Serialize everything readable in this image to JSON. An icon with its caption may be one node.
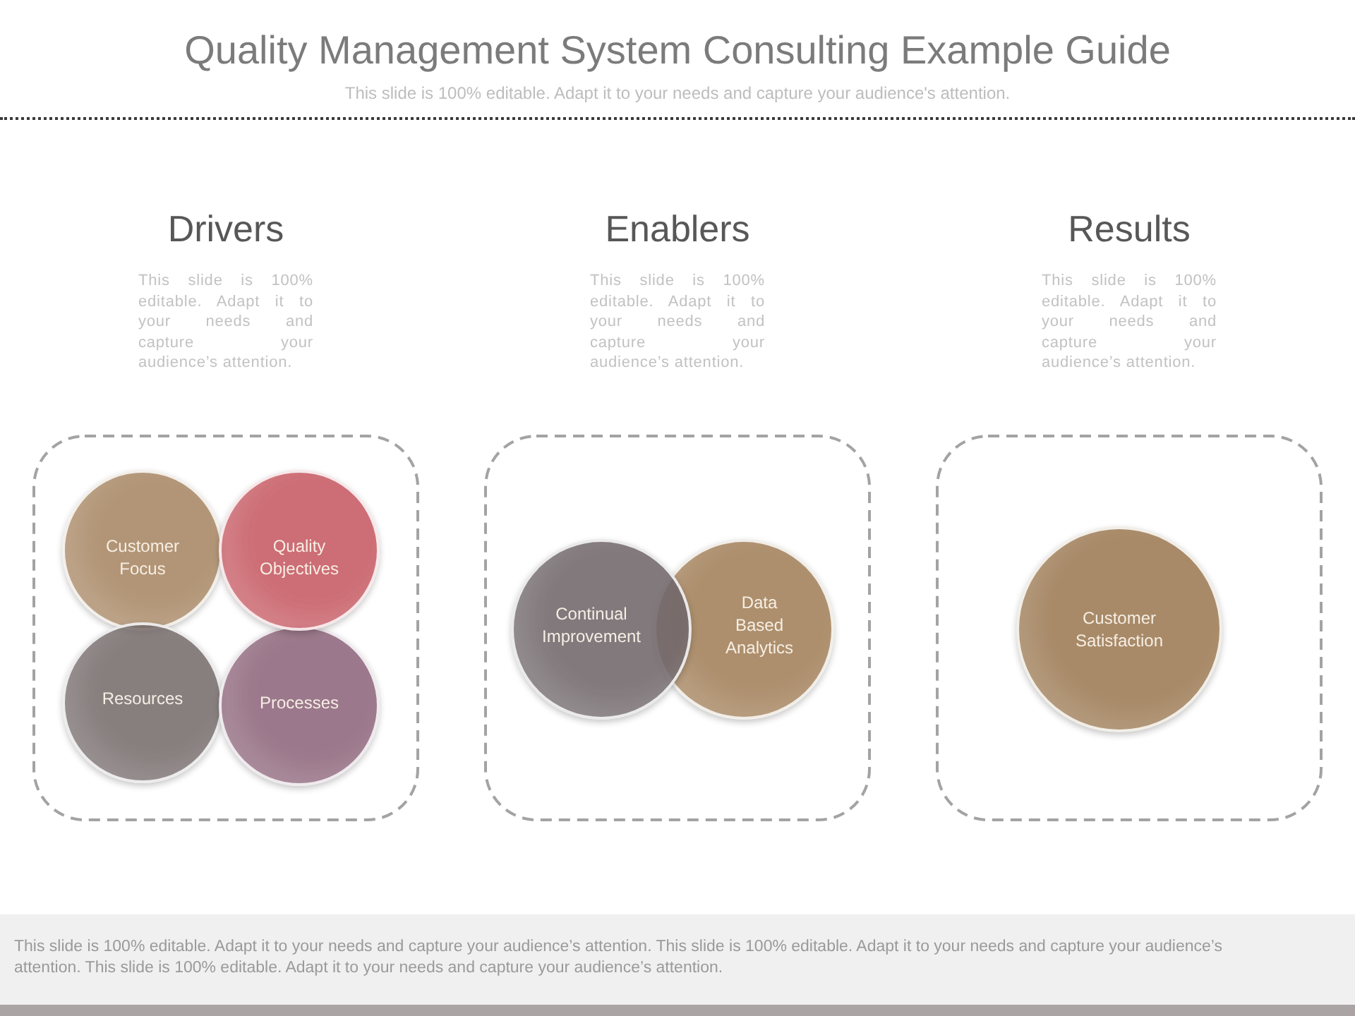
{
  "diagram": {
    "title": "Quality Management System Consulting Example Guide",
    "nodes": [
      {
        "text": [],
        "shape": "box"
      },
      {
        "text": [
          "Customer Focus"
        ],
        "in": 0
      },
      {
        "text": [
          "Quality Objectives"
        ],
        "in": 0
      },
      {
        "text": [
          "Resources"
        ],
        "in": 0
      },
      {
        "text": [
          "Processes"
        ],
        "in": 0
      },
      {
        "text": [],
        "shape": "box"
      },
      {
        "text": [
          "Continual Improvement"
        ],
        "in": 5
      },
      {
        "text": [
          "Data Based Analytics"
        ],
        "in": 5
      },
      {
        "text": [],
        "shape": "box"
      },
      {
        "text": [
          "Customer Satisfaction"
        ],
        "in": 8
      }
    ],
    "labels": [
      "This slide is 100% editable. Adapt it to your needs and capture your audience's attention.",
      "Drivers",
      "Enablers",
      "Results",
      "This slide is 100% editable. Adapt it to your needs and capture your audience’s attention.",
      "This slide is 100% editable. Adapt it to your needs and capture your audience’s attention.",
      "This slide is 100% editable. Adapt it to your needs and capture your audience’s attention.",
      "This slide is 100% editable. Adapt it to your needs and capture your audience’s attention. This slide is 100% editable. Adapt it to your needs and capture your audience’s attention. This slide is 100% editable. Adapt it to your needs and capture your audience’s attention."
    ]
  }
}
